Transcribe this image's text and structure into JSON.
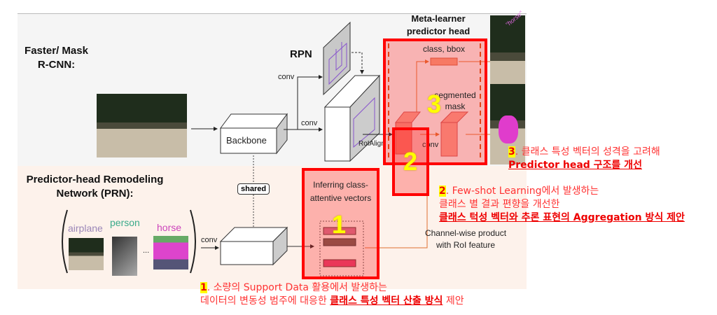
{
  "sections": {
    "top_title": "Faster/ Mask R-CNN:",
    "bottom_title": "Predictor-head Remodeling Network (PRN):"
  },
  "labels": {
    "rpn": "RPN",
    "conv1": "conv",
    "conv2": "conv",
    "conv3": "conv",
    "conv4": "conv",
    "backbone": "Backbone",
    "roialign": "RoIAlign",
    "meta": "Meta-learner predictor head",
    "class_bbox": "class, bbox",
    "seg_mask": "segmented mask",
    "shared": "shared",
    "inferring": "Inferring class-attentive vectors",
    "channel": "Channel-wise product with RoI feature",
    "horse_tag": "\"horse\"",
    "ellipsis": "..."
  },
  "support": [
    {
      "label": "airplane",
      "color": "#9b87b8"
    },
    {
      "label": "person",
      "color": "#3aaa8a"
    },
    {
      "label": "horse",
      "color": "#cc44bb"
    }
  ],
  "markers": [
    "1",
    "2",
    "3"
  ],
  "annotations": {
    "a3": {
      "num": "3",
      "line1": ". 클래스 특성 벡터의 성격을 고려해",
      "line2": "Predictor head 구조를 개선"
    },
    "a2": {
      "num": "2",
      "line1": ". Few-shot Learning에서 발생하는",
      "line2": "클래스 별 결과 편향을 개선한",
      "line3": "클래스 턱성 벡터와 추론 표현의 Aggregation 방식 제안"
    },
    "a1": {
      "num": "1",
      "line1": ". 소량의 Support Data 활용에서 발생하는",
      "line2a": "데이터의 변동성 범주에 대응한 ",
      "line2b": "클래스 특성 벡터 산출 방식",
      "line2c": " 제안"
    }
  },
  "colors": {
    "highlight": "#ff0000",
    "marker": "#ffff00",
    "accent_line": "#e07030"
  }
}
